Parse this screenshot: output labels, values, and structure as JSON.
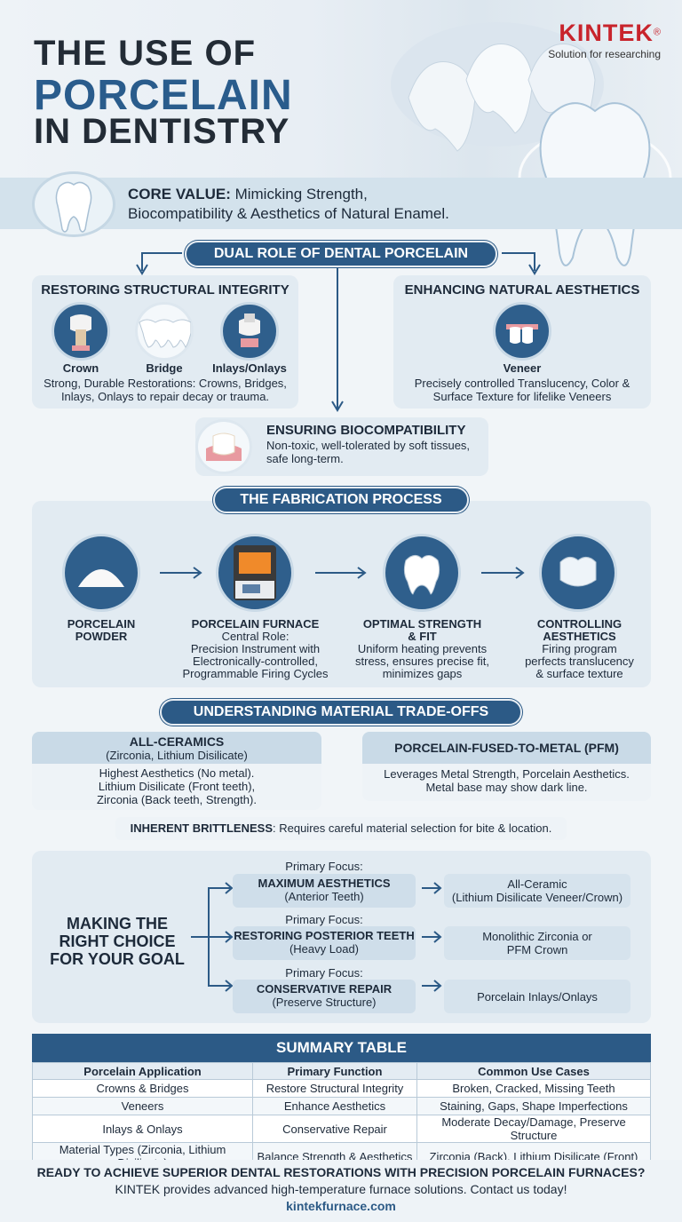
{
  "header": {
    "title_line1": "THE USE OF",
    "title_line2": "PORCELAIN",
    "title_line3": "IN DENTISTRY",
    "brand_name": "KINTEK",
    "brand_mark": "®",
    "brand_tagline": "Solution for researching"
  },
  "core_value": {
    "label": "CORE VALUE:",
    "text_line1": " Mimicking Strength,",
    "text_line2": "Biocompatibility & Aesthetics of Natural Enamel."
  },
  "dual_role": {
    "heading": "DUAL ROLE OF DENTAL PORCELAIN",
    "structural": {
      "title": "RESTORING STRUCTURAL INTEGRITY",
      "items": [
        "Crown",
        "Bridge",
        "Inlays/Onlays"
      ],
      "desc_line1": "Strong, Durable Restorations: Crowns, Bridges,",
      "desc_line2": "Inlays, Onlays to repair decay or trauma."
    },
    "aesthetics": {
      "title": "ENHANCING NATURAL AESTHETICS",
      "item": "Veneer",
      "desc_line1": "Precisely controlled Translucency, Color &",
      "desc_line2": "Surface Texture for lifelike Veneers"
    },
    "biocompat": {
      "title": "ENSURING BIOCOMPATIBILITY",
      "desc_line1": "Non-toxic, well-tolerated by soft tissues,",
      "desc_line2": "safe long-term."
    }
  },
  "fabrication": {
    "heading": "THE FABRICATION PROCESS",
    "steps": [
      {
        "title1": "PORCELAIN",
        "title2": "POWDER",
        "desc": []
      },
      {
        "title1": "PORCELAIN FURNACE",
        "title2": "",
        "desc": [
          "Central Role:",
          "Precision Instrument with",
          "Electronically-controlled,",
          "Programmable Firing Cycles"
        ]
      },
      {
        "title1": "OPTIMAL STRENGTH",
        "title2": "& FIT",
        "desc": [
          "Uniform heating prevents",
          "stress, ensures precise fit,",
          "minimizes gaps"
        ]
      },
      {
        "title1": "CONTROLLING",
        "title2": "AESTHETICS",
        "desc": [
          "Firing program",
          "perfects translucency",
          "& surface texture"
        ]
      }
    ]
  },
  "tradeoffs": {
    "heading": "UNDERSTANDING MATERIAL TRADE-OFFS",
    "all_ceramics": {
      "title": "ALL-CERAMICS",
      "subtitle": "(Zirconia, Lithium Disilicate)",
      "lines": [
        "Highest Aesthetics (No metal).",
        "Lithium Disilicate (Front teeth),",
        "Zirconia (Back teeth, Strength)."
      ]
    },
    "pfm": {
      "title": "PORCELAIN-FUSED-TO-METAL (PFM)",
      "lines": [
        "Leverages Metal Strength, Porcelain Aesthetics.",
        "Metal base may show dark line."
      ]
    },
    "brittleness_label": "INHERENT BRITTLENESS",
    "brittleness_text": ": Requires careful material selection for bite & location."
  },
  "choice": {
    "heading_line1": "MAKING THE",
    "heading_line2": "RIGHT CHOICE",
    "heading_line3": "FOR YOUR GOAL",
    "focus_label": "Primary Focus:",
    "rows": [
      {
        "goal": "MAXIMUM AESTHETICS",
        "goal_sub": "(Anterior Teeth)",
        "result1": "All-Ceramic",
        "result2": "(Lithium Disilicate Veneer/Crown)"
      },
      {
        "goal": "RESTORING POSTERIOR TEETH",
        "goal_sub": "(Heavy Load)",
        "result1": "Monolithic Zirconia or",
        "result2": "PFM Crown"
      },
      {
        "goal": "CONSERVATIVE REPAIR",
        "goal_sub": "(Preserve Structure)",
        "result1": "Porcelain Inlays/Onlays",
        "result2": ""
      }
    ]
  },
  "summary": {
    "heading": "SUMMARY TABLE",
    "columns": [
      "Porcelain Application",
      "Primary Function",
      "Common Use Cases"
    ],
    "rows": [
      [
        "Crowns & Bridges",
        "Restore Structural Integrity",
        "Broken, Cracked, Missing Teeth"
      ],
      [
        "Veneers",
        "Enhance Aesthetics",
        "Staining, Gaps, Shape Imperfections"
      ],
      [
        "Inlays & Onlays",
        "Conservative Repair",
        "Moderate Decay/Damage, Preserve Structure"
      ],
      [
        "Material Types (Zirconia, Lithium Disilicate)",
        "Balance Strength & Aesthetics",
        "Zirconia (Back), Lithium Disilicate (Front)"
      ]
    ]
  },
  "footer": {
    "cta": "READY TO ACHIEVE SUPERIOR DENTAL RESTORATIONS WITH PRECISION PORCELAIN FURNACES?",
    "line2": "KINTEK provides advanced high-temperature furnace solutions. Contact us today!",
    "url": "kintekfurnace.com"
  },
  "colors": {
    "primary": "#2c5a86",
    "brand_red": "#c8242c",
    "panel": "#e2ebf2"
  }
}
